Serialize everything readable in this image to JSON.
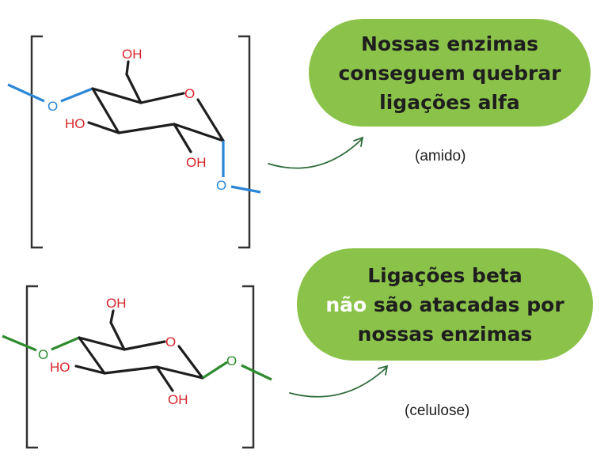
{
  "molecules": {
    "top": {
      "oh_hydroxymethyl": "OH",
      "ring_o": "O",
      "link_o_left": "O",
      "link_o_right": "O",
      "ho_left": "HO",
      "oh_bottom": "OH"
    },
    "bottom": {
      "oh_hydroxymethyl": "OH",
      "ring_o": "O",
      "link_o_left": "O",
      "link_o_right": "O",
      "ho_left": "HO",
      "oh_bottom": "OH"
    }
  },
  "callouts": {
    "top": {
      "line1": "Nossas enzimas",
      "line2": "conseguem quebrar",
      "line3": "ligações alfa"
    },
    "bottom": {
      "line1": "Ligações beta",
      "line2_highlight": "não",
      "line2_rest": " são atacadas por",
      "line3": "nossas enzimas"
    }
  },
  "captions": {
    "top": "(amido)",
    "bottom": "(celulose)"
  },
  "colors": {
    "pill": "#8bc34a",
    "alpha_link": "#2b86d6",
    "beta_link": "#2e8b2e",
    "atom_label": "#d8242b",
    "arrow": "#2e6b3a",
    "highlight": "#ffffff"
  },
  "icons": [
    "curved-arrow-icon"
  ]
}
